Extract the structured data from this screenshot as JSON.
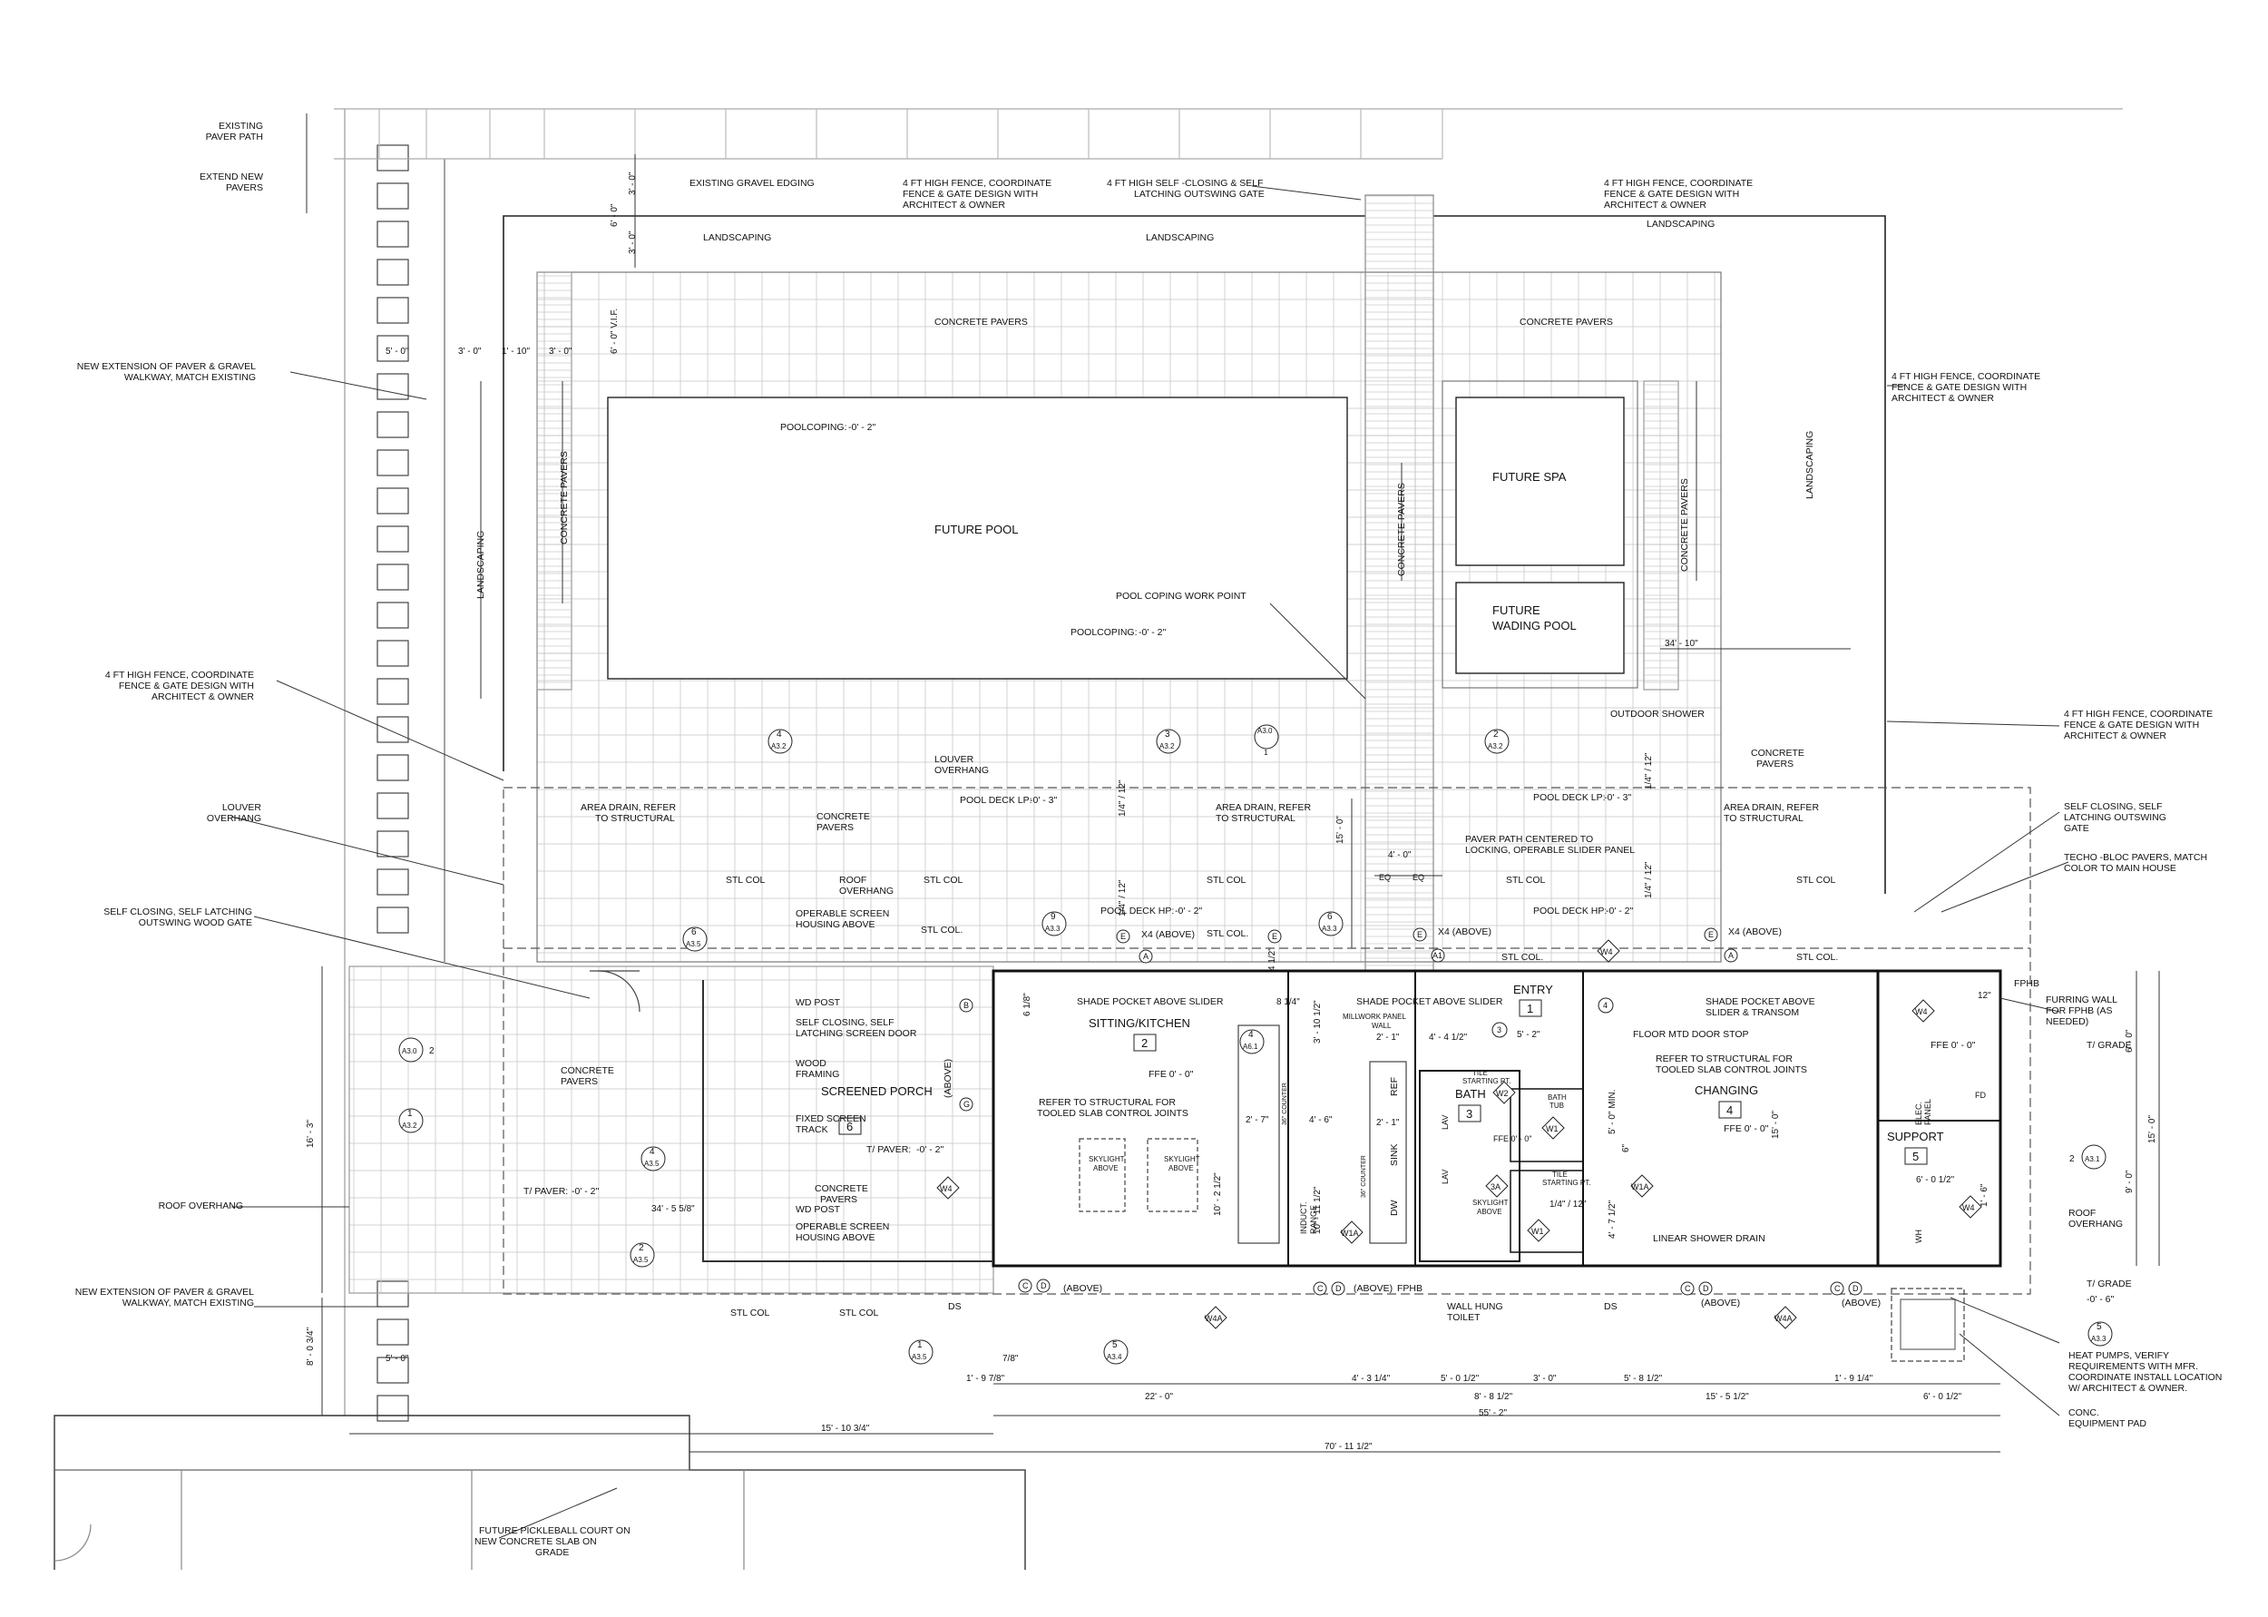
{
  "labels": {
    "existing_paver_path": [
      "EXISTING",
      "PAVER PATH"
    ],
    "extend_new_pavers": [
      "EXTEND NEW",
      "PAVERS"
    ],
    "new_extension_top": [
      "NEW EXTENSION OF PAVER & GRAVEL",
      "WALKWAY, MATCH EXISTING"
    ],
    "new_extension_bottom": [
      "NEW EXTENSION OF PAVER & GRAVEL",
      "WALKWAY, MATCH EXISTING"
    ],
    "fence_left": [
      "4 FT HIGH FENCE, COORDINATE",
      "FENCE & GATE DESIGN WITH",
      "ARCHITECT & OWNER"
    ],
    "louver_overhang_left": [
      "LOUVER",
      "OVERHANG"
    ],
    "self_closing_gate_left": [
      "SELF CLOSING, SELF LATCHING",
      "OUTSWING WOOD GATE"
    ],
    "roof_overhang_left": "ROOF OVERHANG",
    "existing_gravel_edging": "EXISTING GRAVEL EDGING",
    "fence_top_mid": [
      "4 FT HIGH FENCE, COORDINATE",
      "FENCE & GATE DESIGN WITH",
      "ARCHITECT & OWNER"
    ],
    "self_closing_gate_top": [
      "4 FT HIGH SELF   -CLOSING & SELF",
      "LATCHING OUTSWING GATE"
    ],
    "fence_top_right": [
      "4 FT HIGH FENCE, COORDINATE",
      "FENCE & GATE DESIGN WITH",
      "ARCHITECT & OWNER"
    ],
    "fence_right_upper": [
      "4 FT HIGH FENCE, COORDINATE",
      "FENCE & GATE DESIGN WITH",
      "ARCHITECT & OWNER"
    ],
    "fence_right_lower": [
      "4 FT HIGH FENCE, COORDINATE",
      "FENCE & GATE DESIGN WITH",
      "ARCHITECT & OWNER"
    ],
    "self_closing_gate_right": [
      "SELF CLOSING, SELF",
      "LATCHING OUTSWING",
      "GATE"
    ],
    "techo_bloc": [
      "TECHO   -BLOC PAVERS, MATCH",
      "COLOR TO MAIN HOUSE"
    ],
    "furring_wall": [
      "FURRING WALL",
      "FOR FPHB (AS",
      "NEEDED)"
    ],
    "roof_overhang_right": [
      "ROOF",
      "OVERHANG"
    ],
    "heat_pumps": [
      "HEAT PUMPS, VERIFY",
      "REQUIREMENTS WITH MFR.",
      "COORDINATE INSTALL LOCATION",
      "W/ ARCHITECT & OWNER."
    ],
    "equipment_pad": [
      "CONC.",
      "EQUIPMENT PAD"
    ],
    "pickleball": [
      "FUTURE PICKLEBALL COURT ON",
      "NEW CONCRETE SLAB ON",
      "GRADE"
    ],
    "landscaping": "LANDSCAPING",
    "concrete_pavers": "CONCRETE PAVERS",
    "future_pool": "FUTURE POOL",
    "future_spa": "FUTURE SPA",
    "future_wading_pool": [
      "FUTURE",
      "WADING POOL"
    ],
    "pool_coping": "POOLCOPING:",
    "pool_coping_value": "-0' - 2\"",
    "pool_coping_work_point": "POOL COPING WORK POINT",
    "outdoor_shower": "OUTDOOR SHOWER",
    "louver_overhang_mid": [
      "LOUVER",
      "OVERHANG"
    ],
    "area_drain": [
      "AREA DRAIN, REFER",
      "TO STRUCTURAL"
    ],
    "pool_deck_lp": "POOL DECK LP:",
    "pool_deck_hp": "POOL DECK HP:",
    "minus_three": "-0' - 3\"",
    "minus_two": "-0' - 2\"",
    "paver_path_centered": [
      "PAVER PATH CENTERED TO",
      "LOCKING, OPERABLE SLIDER PANEL"
    ],
    "stl_col": "STL COL",
    "stl_col_dot": "STL COL.",
    "roof_overhang_mid": [
      "ROOF",
      "OVERHANG"
    ],
    "operable_screen_top": [
      "OPERABLE SCREEN",
      "HOUSING ABOVE"
    ],
    "operable_screen_bottom": [
      "OPERABLE SCREEN",
      "HOUSING ABOVE"
    ],
    "wd_post": "WD POST",
    "self_closing_screen_door": [
      "SELF CLOSING, SELF",
      "LATCHING SCREEN DOOR"
    ],
    "wood_framing": [
      "WOOD",
      "FRAMING"
    ],
    "fixed_screen_track": [
      "FIXED SCREEN",
      "TRACK"
    ],
    "concrete_pavers_2": [
      "CONCRETE",
      "PAVERS"
    ],
    "t_paver": "T/ PAVER:",
    "shade_pocket": "SHADE POCKET ABOVE SLIDER",
    "shade_pocket_transom": [
      "SHADE POCKET ABOVE",
      "SLIDER & TRANSOM"
    ],
    "refer_structural_slab": [
      "REFER TO STRUCTURAL FOR",
      "TOOLED SLAB CONTROL JOINTS"
    ],
    "floor_door_stop": "FLOOR MTD DOOR STOP",
    "linear_shower_drain": "LINEAR SHOWER DRAIN",
    "wall_hung_toilet": [
      "WALL HUNG",
      "TOILET"
    ],
    "millwork_panel": [
      "MILLWORK PANEL",
      "WALL"
    ],
    "skylight_above": [
      "SKYLIGHT",
      "ABOVE"
    ],
    "above": "(ABOVE)",
    "x4_above": "X4 (ABOVE)",
    "ffe": "FFE   0' - 0\"",
    "t_grade": "T/ GRADE",
    "fphb": "FPHB",
    "ds": "DS",
    "elec_panel": [
      "ELEC.",
      "PANEL"
    ],
    "fd": "FD",
    "wh": "WH",
    "ref": "REF",
    "sink": "SINK",
    "dw": "DW",
    "lav": "LAV",
    "induct_range": [
      "INDUCT.",
      "RANGE"
    ],
    "bath_tub": [
      "BATH",
      "TUB"
    ],
    "tile_starting": [
      "TILE",
      "STARTING PT."
    ],
    "counter_36": "36\" COUNTER",
    "eq": "EQ"
  },
  "rooms": [
    {
      "name": "SITTING/KITCHEN",
      "number": "2"
    },
    {
      "name": "ENTRY",
      "number": "1"
    },
    {
      "name": "BATH",
      "number": "3"
    },
    {
      "name": "CHANGING",
      "number": "4"
    },
    {
      "name": "SUPPORT",
      "number": "5"
    },
    {
      "name": "SCREENED PORCH",
      "number": "6"
    }
  ],
  "dimensions": {
    "bottom_chain": [
      "1' - 9 7/8\"",
      "22' - 0\"",
      "4' - 3 1/4\"",
      "5' - 0 1/2\"",
      "3' - 0\"",
      "5' - 8 1/2\"",
      "15' - 5 1/2\"",
      "1' - 9 1/4\"",
      "6' - 0 1/2\""
    ],
    "bottom_sub": [
      "7/8\"",
      "8' - 8 1/2\""
    ],
    "overall_55": "55' - 2\"",
    "overall_15": "15' - 10 3/4\"",
    "overall_70": "70' - 11 1/2\"",
    "left_5": "5' - 0\"",
    "left_3": "3' - 0\"",
    "left_1_10": "1' - 10\"",
    "left_3b": "3' - 0\"",
    "top_3_0": "3' - 0\"",
    "top_6_0": "6' - 0\"",
    "top_3_0b": "3' - 0\"",
    "six_vif": "6' - 0\" V.I.F.",
    "porch_16_3": "16' - 3\"",
    "bottom_8": "8' - 0 3/4\"",
    "bottom_5": "5' - 0\"",
    "mid_34_5": "34' - 5 5/8\"",
    "right_34_10": "34' - 10\"",
    "right_15_0": "15' - 0\"",
    "right_15_0b": "15' - 0\"",
    "right_6_0": "6' - 0\"",
    "right_9_0": "9' - 0\"",
    "right_12": "12\"",
    "right_6_0_half": "6' - 0 1/2\"",
    "right_1_6": "1' - 6\"",
    "mid_15_0": "15' - 0\"",
    "mid_4_0": "4' - 0\"",
    "quarter_12": "1/4\" / 12\"",
    "kit_10_2": "10' - 2 1/2\"",
    "kit_2_7": "2' - 7\"",
    "kit_4_6": "4' - 6\"",
    "kit_10_11": "10' - 11 1/2\"",
    "kit_3_10": "3' - 10 1/2\"",
    "kit_6_1_8": "6 1/8\"",
    "kit_8_1_4": "8 1/4\"",
    "kit_4_1_2": "4 1/2\"",
    "bath_2_1": "2' - 1\"",
    "bath_4_4": "4' - 4 1/2\"",
    "bath_2_1b": "2' - 1\"",
    "entry_5_2": "5' - 2\"",
    "ch_5_0": "5' - 0\" MIN.",
    "ch_4_7": "4' - 7 1/2\"",
    "ch_6": "6\"",
    "neg_6": "-0' - 6\"",
    "neg_2": "-0' - 2\""
  },
  "tags": {
    "sections": [
      {
        "num": "4",
        "ref": "A3.2"
      },
      {
        "num": "3",
        "ref": "A3.2"
      },
      {
        "num": "A3.0",
        "ref": "1"
      },
      {
        "num": "2",
        "ref": "A3.2"
      },
      {
        "num": "6",
        "ref": "A3.5"
      },
      {
        "num": "9",
        "ref": "A3.3"
      },
      {
        "num": "6",
        "ref": "A3.3"
      },
      {
        "num": "4",
        "ref": "A6.1"
      },
      {
        "num": "1",
        "ref": "A3.2"
      },
      {
        "num": "4",
        "ref": "A3.5"
      },
      {
        "num": "2",
        "ref": "A3.5"
      },
      {
        "num": "1",
        "ref": "A3.5"
      },
      {
        "num": "5",
        "ref": "A3.4"
      },
      {
        "num": "2",
        "ref": "A3.1"
      },
      {
        "num": "5",
        "ref": "A3.3"
      },
      {
        "num": "A3.0",
        "ref": "2"
      }
    ],
    "windows": [
      "W4",
      "W4",
      "W4",
      "W4",
      "W2",
      "W1",
      "W1",
      "W1A",
      "W1A",
      "W4A",
      "W4A",
      "3A"
    ],
    "grid": [
      "A",
      "A1",
      "A",
      "B",
      "G",
      "C",
      "D",
      "C",
      "D",
      "C",
      "D",
      "C",
      "D",
      "E",
      "E",
      "E",
      "E"
    ],
    "doors": [
      "3",
      "4",
      "1"
    ]
  }
}
